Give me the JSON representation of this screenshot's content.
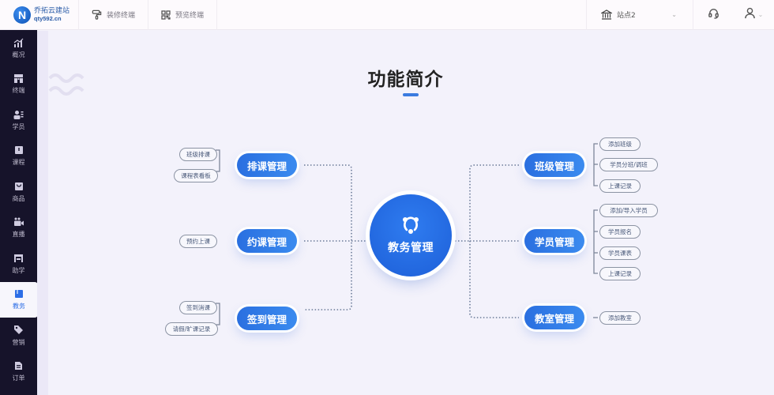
{
  "topbar": {
    "logo": {
      "name": "乔拓云建站",
      "domain": "qty592.cn",
      "mark": "N"
    },
    "buttons": [
      {
        "label": "装修终端",
        "icon": "paint-roller-icon"
      },
      {
        "label": "预览终端",
        "icon": "qr-code-icon"
      }
    ],
    "site_select": {
      "value": "站点2",
      "icon": "bank-icon"
    },
    "support_icon": "headset-icon",
    "user_icon": "user-icon"
  },
  "sidebar": {
    "items": [
      {
        "label": "概况",
        "icon": "chart-icon",
        "active": false
      },
      {
        "label": "终端",
        "icon": "store-icon",
        "active": false
      },
      {
        "label": "学员",
        "icon": "users-icon",
        "active": false
      },
      {
        "label": "课程",
        "icon": "book-icon",
        "active": false
      },
      {
        "label": "商品",
        "icon": "bag-icon",
        "active": false
      },
      {
        "label": "直播",
        "icon": "video-icon",
        "active": false
      },
      {
        "label": "助学",
        "icon": "study-icon",
        "active": false
      },
      {
        "label": "教务",
        "icon": "notebook-icon",
        "active": true
      },
      {
        "label": "营销",
        "icon": "tag-icon",
        "active": false
      },
      {
        "label": "订单",
        "icon": "document-icon",
        "active": false
      }
    ]
  },
  "main": {
    "title": "功能简介",
    "center": {
      "label": "教务管理",
      "icon": "network-icon"
    },
    "left_branches": [
      {
        "label": "排课管理",
        "tags": [
          "班级排课",
          "课程表看板"
        ]
      },
      {
        "label": "约课管理",
        "tags": [
          "预约上课"
        ]
      },
      {
        "label": "签到管理",
        "tags": [
          "签到消课",
          "请假/旷课记录"
        ]
      }
    ],
    "right_branches": [
      {
        "label": "班级管理",
        "tags": [
          "添加班级",
          "学员分班/调班",
          "上课记录"
        ]
      },
      {
        "label": "学员管理",
        "tags": [
          "添加/导入学员",
          "学员报名",
          "学员课表",
          "上课记录"
        ]
      },
      {
        "label": "教室管理",
        "tags": [
          "添加教室"
        ]
      }
    ]
  }
}
